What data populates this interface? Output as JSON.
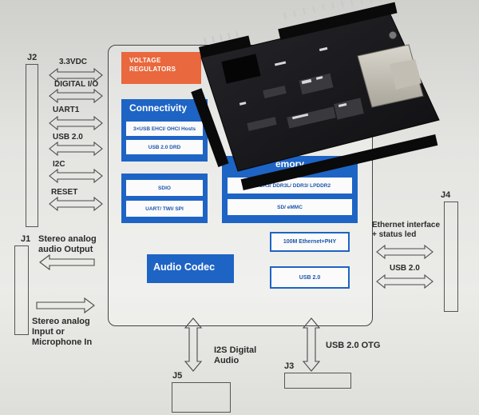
{
  "diagram": {
    "left_connectors": {
      "j2": "J2",
      "j1": "J1",
      "j2_signals": [
        "3.3VDC",
        "DIGITAL I/O",
        "UART1",
        "USB 2.0",
        "I2C",
        "RESET"
      ],
      "j1_output": "Stereo analog\naudio Output",
      "j1_input": "Stereo analog\nInput or\nMicrophone In"
    },
    "right_connectors": {
      "j4": "J4",
      "ethernet": "Ethernet interface\n+ status led",
      "usb": "USB 2.0"
    },
    "bottom_connectors": {
      "j5": "J5",
      "j3": "J3",
      "i2s": "I2S Digital\nAudio",
      "usb_otg": "USB 2.0 OTG"
    },
    "blocks": {
      "voltage": "VOLTAGE\nREGULATORS",
      "connectivity_title": "Connectivity",
      "usb_hosts": "3×USB EHCI/ OHCI Hosts",
      "usb_drd": "USB 2.0 DRD",
      "sdio": "SDIO",
      "uart_twi_spi": "UART/ TWI/ SPI",
      "memory_title": "emory",
      "lpddr": "LPDDR3/ DDR3L/ DDR3/ LPDDR2",
      "sd_emmc": "SD/ eMMC",
      "ethernet_phy": "100M Ethernet+PHY",
      "usb20": "USB 2.0",
      "audio_codec": "Audio Codec"
    },
    "colors": {
      "blue": "#1e64c5",
      "orange": "#e9683d",
      "board": "#17171a",
      "paper": "#e8e8e5"
    }
  }
}
